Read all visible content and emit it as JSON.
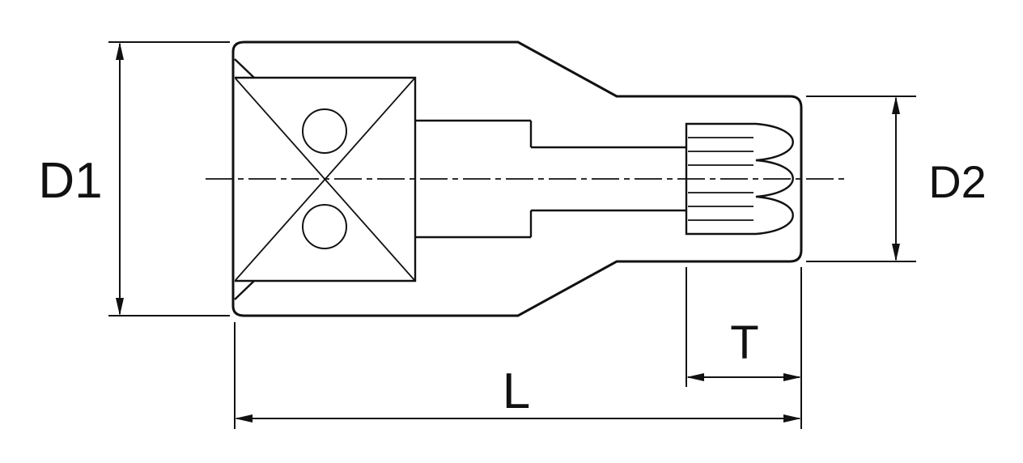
{
  "drawing": {
    "kind": "socket-bit-section-drawing",
    "labels": {
      "diameter_large": "D1",
      "diameter_small": "D2",
      "bit_depth": "T",
      "overall_length": "L"
    },
    "colors": {
      "ink": "#111111",
      "background": "#ffffff"
    }
  }
}
